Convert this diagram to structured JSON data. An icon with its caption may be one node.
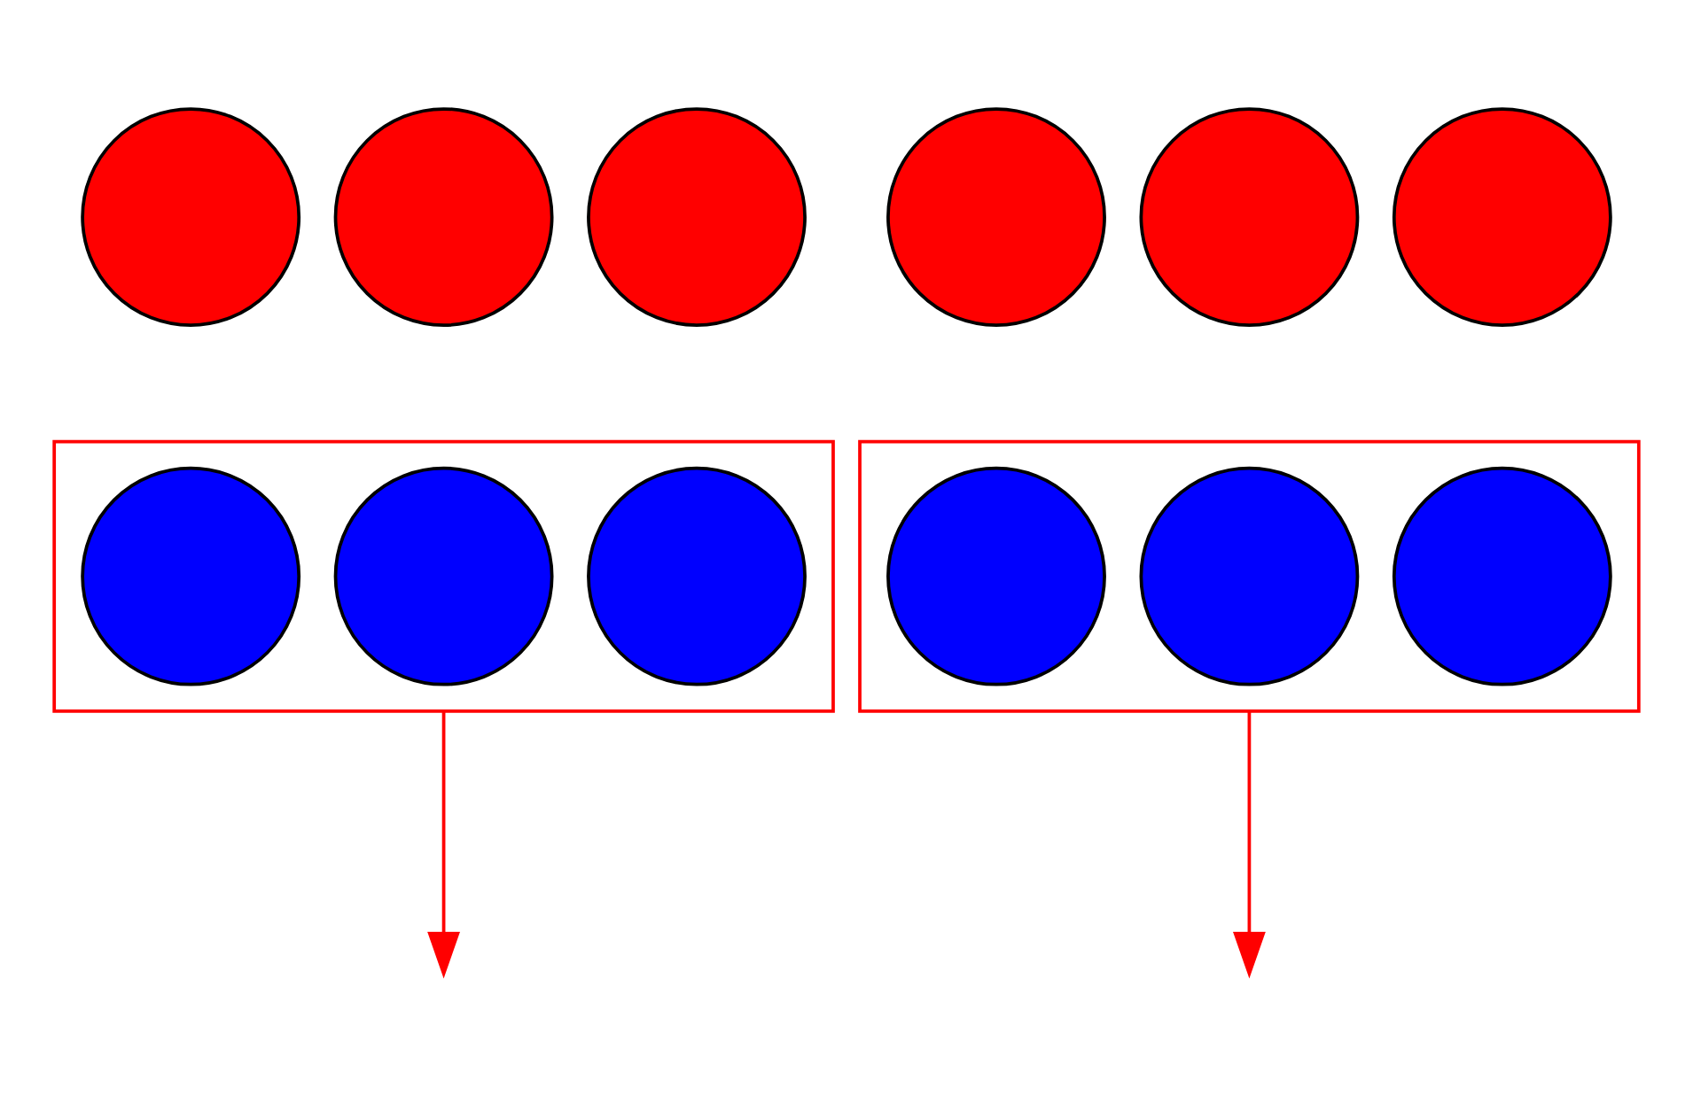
{
  "diagram": {
    "nodes": [
      {
        "text": [],
        "shape": "circle"
      },
      {
        "text": [],
        "shape": "circle"
      },
      {
        "text": [],
        "shape": "circle"
      },
      {
        "text": [],
        "shape": "circle"
      },
      {
        "text": [],
        "shape": "circle"
      },
      {
        "text": [],
        "shape": "circle"
      },
      {
        "text": [],
        "shape": "box"
      },
      {
        "text": [],
        "shape": "circle",
        "in": 6
      },
      {
        "text": [],
        "shape": "circle",
        "in": 6
      },
      {
        "text": [],
        "shape": "circle",
        "in": 6
      },
      {
        "text": [],
        "shape": "box"
      },
      {
        "text": [],
        "shape": "circle",
        "in": 10
      },
      {
        "text": [],
        "shape": "circle",
        "in": 10
      },
      {
        "text": [],
        "shape": "circle",
        "in": 10
      }
    ],
    "edges": [
      {
        "from": 6,
        "to": null,
        "arrow": "to"
      },
      {
        "from": 10,
        "to": null,
        "arrow": "to"
      }
    ]
  }
}
